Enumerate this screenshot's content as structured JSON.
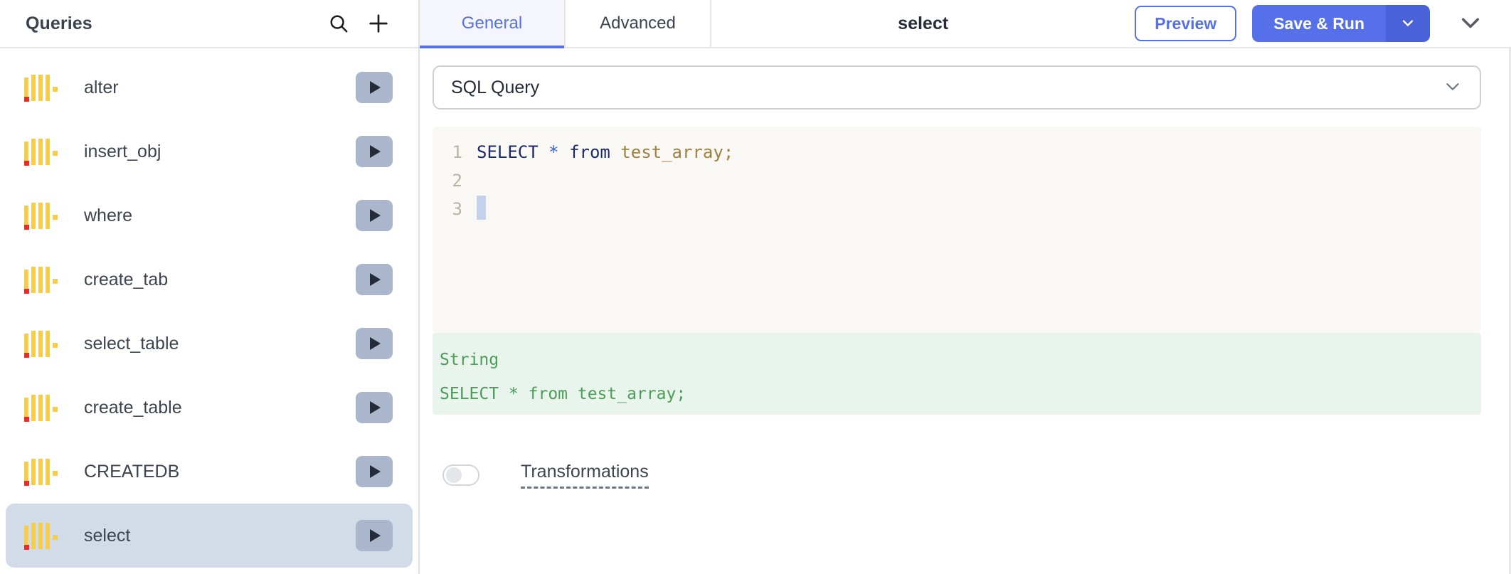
{
  "sidebar": {
    "title": "Queries",
    "search_icon": "search-icon",
    "add_icon": "plus-icon",
    "items": [
      {
        "label": "alter",
        "icon": "sql-query-icon",
        "run_icon": "play-icon",
        "selected": false
      },
      {
        "label": "insert_obj",
        "icon": "sql-query-icon",
        "run_icon": "play-icon",
        "selected": false
      },
      {
        "label": "where",
        "icon": "sql-query-icon",
        "run_icon": "play-icon",
        "selected": false
      },
      {
        "label": "create_tab",
        "icon": "sql-query-icon",
        "run_icon": "play-icon",
        "selected": false
      },
      {
        "label": "select_table",
        "icon": "sql-query-icon",
        "run_icon": "play-icon",
        "selected": false
      },
      {
        "label": "create_table",
        "icon": "sql-query-icon",
        "run_icon": "play-icon",
        "selected": false
      },
      {
        "label": "CREATEDB",
        "icon": "sql-query-icon",
        "run_icon": "play-icon",
        "selected": false
      },
      {
        "label": "select",
        "icon": "sql-query-icon",
        "run_icon": "play-icon",
        "selected": true
      }
    ]
  },
  "topbar": {
    "tabs": [
      {
        "label": "General",
        "active": true
      },
      {
        "label": "Advanced",
        "active": false
      }
    ],
    "doc_title": "select",
    "preview_label": "Preview",
    "saverun_label": "Save & Run",
    "saverun_caret_icon": "chevron-down-icon",
    "collapse_icon": "chevron-down-icon"
  },
  "main": {
    "query_type_select": {
      "value": "SQL Query",
      "caret_icon": "chevron-down-icon"
    },
    "editor": {
      "lines": [
        {
          "number": "1",
          "tokens": [
            {
              "text": "SELECT",
              "type": "keyword"
            },
            {
              "text": " ",
              "type": "plain"
            },
            {
              "text": "*",
              "type": "star"
            },
            {
              "text": " ",
              "type": "plain"
            },
            {
              "text": "from",
              "type": "keyword"
            },
            {
              "text": " ",
              "type": "plain"
            },
            {
              "text": "test_array",
              "type": "ident"
            },
            {
              "text": ";",
              "type": "punct"
            }
          ],
          "cursor": false
        },
        {
          "number": "2",
          "tokens": [],
          "cursor": false
        },
        {
          "number": "3",
          "tokens": [],
          "cursor": true
        }
      ]
    },
    "result": {
      "type_label": "String",
      "value": "SELECT * from test_array;"
    },
    "transformations": {
      "label": "Transformations",
      "enabled": false
    }
  },
  "colors": {
    "accent": "#5570e8",
    "accent_dark": "#4a62d9",
    "selected_row": "#d2dbe8",
    "run_button": "#a9b6cb",
    "editor_bg": "#faf8f4",
    "result_bg": "#e9f5ec",
    "result_text": "#4a9e57",
    "keyword": "#1b2a6b",
    "identifier": "#9c8243",
    "line_number": "#b9b3a4",
    "cursor": "#c3d1ea",
    "icon_yellow": "#f5cd4b",
    "icon_red": "#e82c2c"
  }
}
